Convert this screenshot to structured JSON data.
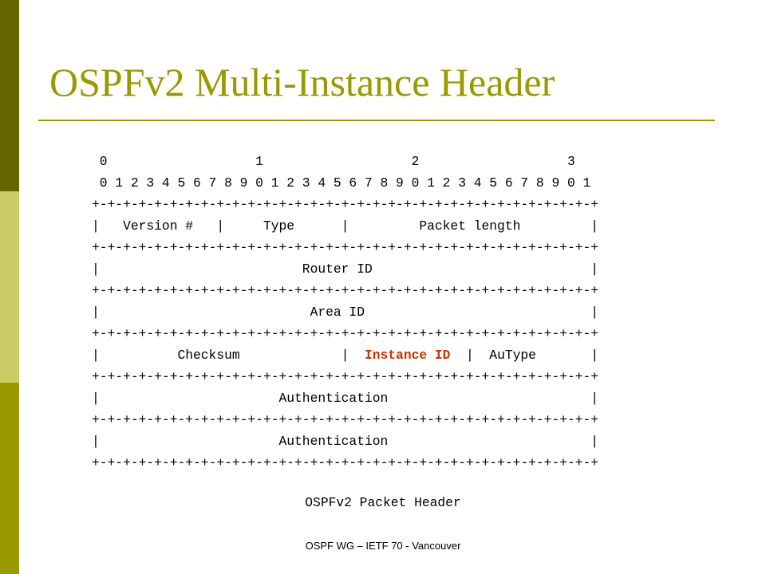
{
  "colors": {
    "bar_top": "#666600",
    "bar_middle": "#CCCC66",
    "bar_bottom": "#999900",
    "title": "#999900",
    "rule": "#999900",
    "highlight": "#CC3300"
  },
  "slide": {
    "title": "OSPFv2 Multi-Instance Header",
    "footer": "OSPF WG – IETF 70 - Vancouver"
  },
  "packet": {
    "rows": [
      [
        {
          "text": " 0                   1                   2                   3"
        }
      ],
      [
        {
          "text": " 0 1 2 3 4 5 6 7 8 9 0 1 2 3 4 5 6 7 8 9 0 1 2 3 4 5 6 7 8 9 0 1"
        }
      ],
      [
        {
          "text": "+-+-+-+-+-+-+-+-+-+-+-+-+-+-+-+-+-+-+-+-+-+-+-+-+-+-+-+-+-+-+-+-+"
        }
      ],
      [
        {
          "text": "|   Version #   |     Type      |         Packet length         |"
        }
      ],
      [
        {
          "text": "+-+-+-+-+-+-+-+-+-+-+-+-+-+-+-+-+-+-+-+-+-+-+-+-+-+-+-+-+-+-+-+-+"
        }
      ],
      [
        {
          "text": "|                          Router ID                            |"
        }
      ],
      [
        {
          "text": "+-+-+-+-+-+-+-+-+-+-+-+-+-+-+-+-+-+-+-+-+-+-+-+-+-+-+-+-+-+-+-+-+"
        }
      ],
      [
        {
          "text": "|                           Area ID                             |"
        }
      ],
      [
        {
          "text": "+-+-+-+-+-+-+-+-+-+-+-+-+-+-+-+-+-+-+-+-+-+-+-+-+-+-+-+-+-+-+-+-+"
        }
      ],
      [
        {
          "text": "|          Checksum             |  "
        },
        {
          "text": "Instance ID",
          "highlight": true
        },
        {
          "text": "  |  AuType       |"
        }
      ],
      [
        {
          "text": "+-+-+-+-+-+-+-+-+-+-+-+-+-+-+-+-+-+-+-+-+-+-+-+-+-+-+-+-+-+-+-+-+"
        }
      ],
      [
        {
          "text": "|                       Authentication                          |"
        }
      ],
      [
        {
          "text": "+-+-+-+-+-+-+-+-+-+-+-+-+-+-+-+-+-+-+-+-+-+-+-+-+-+-+-+-+-+-+-+-+"
        }
      ],
      [
        {
          "text": "|                       Authentication                          |"
        }
      ],
      [
        {
          "text": "+-+-+-+-+-+-+-+-+-+-+-+-+-+-+-+-+-+-+-+-+-+-+-+-+-+-+-+-+-+-+-+-+"
        }
      ]
    ],
    "caption": "OSPFv2 Packet Header"
  }
}
